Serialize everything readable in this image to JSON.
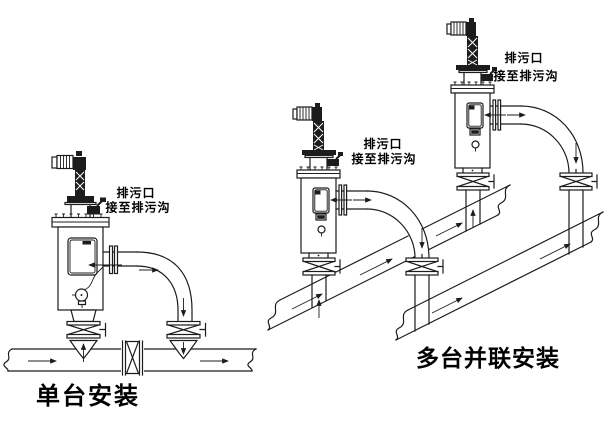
{
  "figure": {
    "background": "#ffffff",
    "line_color": "#1c1c1c",
    "single_install": {
      "caption": "单台安装",
      "drain_label": {
        "line1": "排污口",
        "line2": "接至排污沟"
      }
    },
    "parallel_install": {
      "caption": "多台并联安装",
      "drain_labels": [
        {
          "line1": "排污口",
          "line2": "接至排污沟"
        },
        {
          "line1": "排污口",
          "line2": "接至排污沟"
        }
      ]
    }
  }
}
